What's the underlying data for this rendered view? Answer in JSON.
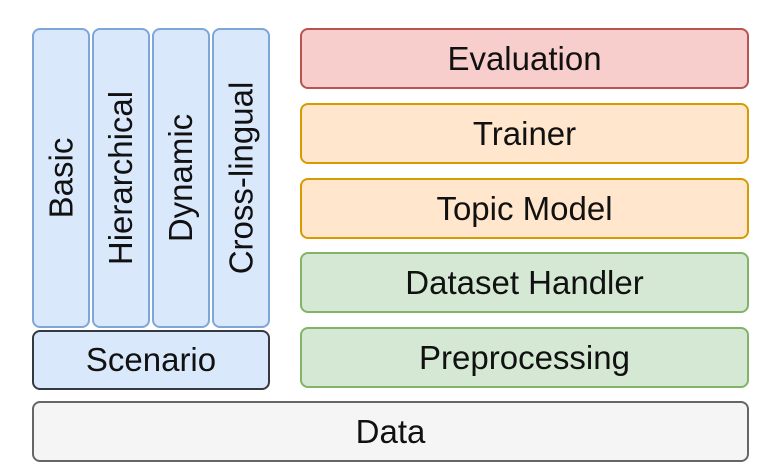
{
  "scenario": {
    "types": [
      "Basic",
      "Hierarchical",
      "Dynamic",
      "Cross-lingual"
    ],
    "label": "Scenario"
  },
  "stack": {
    "evaluation": "Evaluation",
    "trainer": "Trainer",
    "topic_model": "Topic Model",
    "dataset_handler": "Dataset Handler",
    "preprocessing": "Preprocessing"
  },
  "data": {
    "label": "Data"
  },
  "colors": {
    "evaluation_fill": "#f8cecc",
    "evaluation_border": "#b85450",
    "trainer_fill": "#ffe6cc",
    "trainer_border": "#d79b00",
    "green_fill": "#d5e8d4",
    "green_border": "#82b366",
    "blue_fill": "#dae8fc",
    "blue_border": "#7fa6d9",
    "data_fill": "#f5f5f5",
    "data_border": "#666666"
  }
}
